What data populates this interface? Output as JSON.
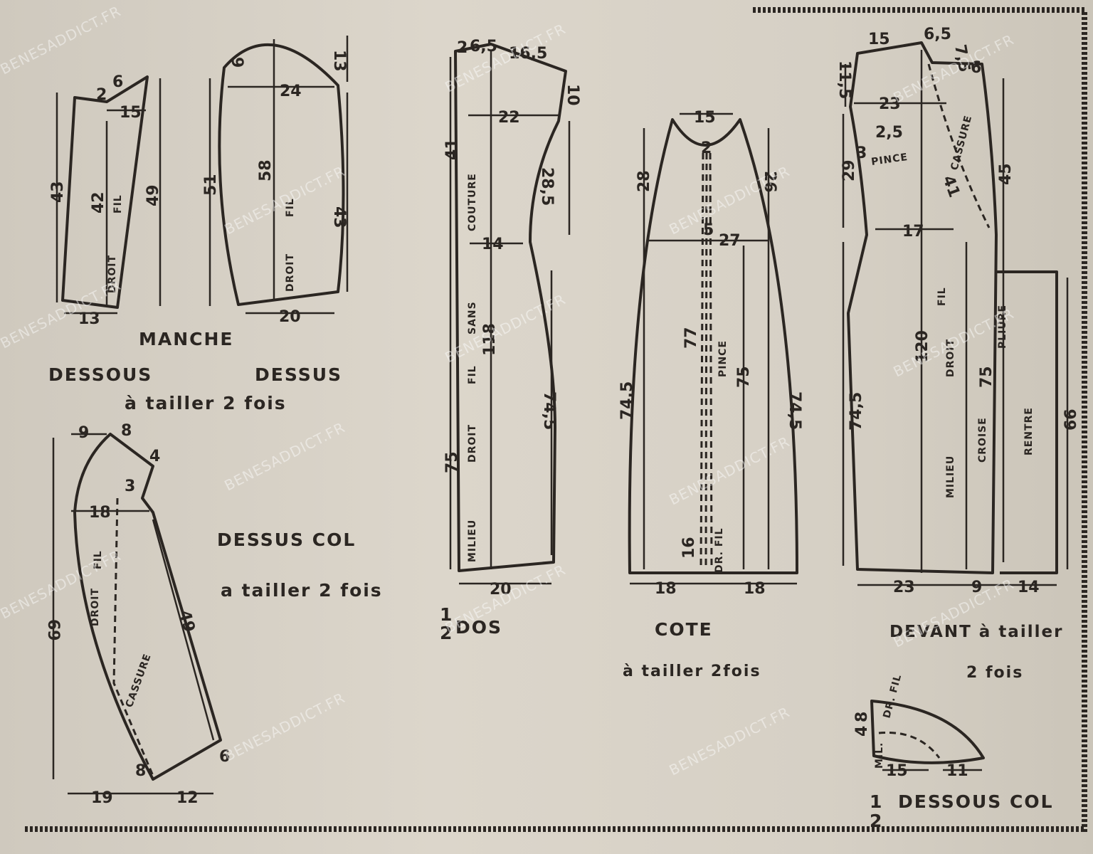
{
  "captions": {
    "manche": "MANCHE",
    "dessous": "DESSOUS",
    "dessus": "DESSUS",
    "manche_cut": "à tailler 2 fois",
    "dessus_col": "DESSUS COL",
    "dessus_col_cut": "a tailler 2 fois",
    "half": "1",
    "half_den": "2",
    "dos": "DOS",
    "cote": "COTE",
    "cote_cut": "à tailler 2fois",
    "devant": "DEVANT à tailler",
    "devant_cut": "2 fois",
    "dessous_col": "DESSOUS COL"
  },
  "watermark": "BENESADDICT.FR",
  "pieces": {
    "manche_dessous": {
      "m": [
        "6",
        "2",
        "15",
        "43",
        "42",
        "49",
        "13"
      ],
      "labels": [
        "FIL",
        "DROIT"
      ]
    },
    "manche_dessus": {
      "m": [
        "9",
        "13",
        "24",
        "51",
        "58",
        "43",
        "20"
      ],
      "labels": [
        "FIL",
        "DROIT"
      ]
    },
    "dos": {
      "m": [
        "2",
        "6,5",
        "16,5",
        "10",
        "22",
        "41",
        "28,5",
        "14",
        "118",
        "74,5",
        "75",
        "20"
      ],
      "labels": [
        "COUTURE",
        "SANS",
        "FIL",
        "DROIT",
        "MILIEU"
      ]
    },
    "cote": {
      "m": [
        "15",
        "2",
        "28",
        "26",
        "5",
        "27",
        "77",
        "75",
        "74,5",
        "74,5",
        "16",
        "18",
        "18"
      ],
      "labels": [
        "PINCE",
        "DR. FIL"
      ]
    },
    "devant": {
      "m": [
        "15",
        "6,5",
        "7,5",
        "6",
        "11,5",
        "23",
        "2,5",
        "3",
        "29",
        "41",
        "45",
        "17",
        "120",
        "75",
        "74,5",
        "66",
        "23",
        "9",
        "14"
      ],
      "labels": [
        "PINCE",
        "CASSURE",
        "FIL",
        "DROIT",
        "MILIEU",
        "CROISE",
        "PLIURE",
        "RENTRE"
      ]
    },
    "dessus_col": {
      "m": [
        "9",
        "8",
        "4",
        "3",
        "18",
        "69",
        "49",
        "19",
        "12",
        "8",
        "6"
      ],
      "labels": [
        "FIL",
        "DROIT",
        "CASSURE"
      ]
    },
    "dessous_col": {
      "m": [
        "4",
        "8",
        "15",
        "11"
      ],
      "labels": [
        "DR. FIL",
        "MIL."
      ]
    }
  }
}
